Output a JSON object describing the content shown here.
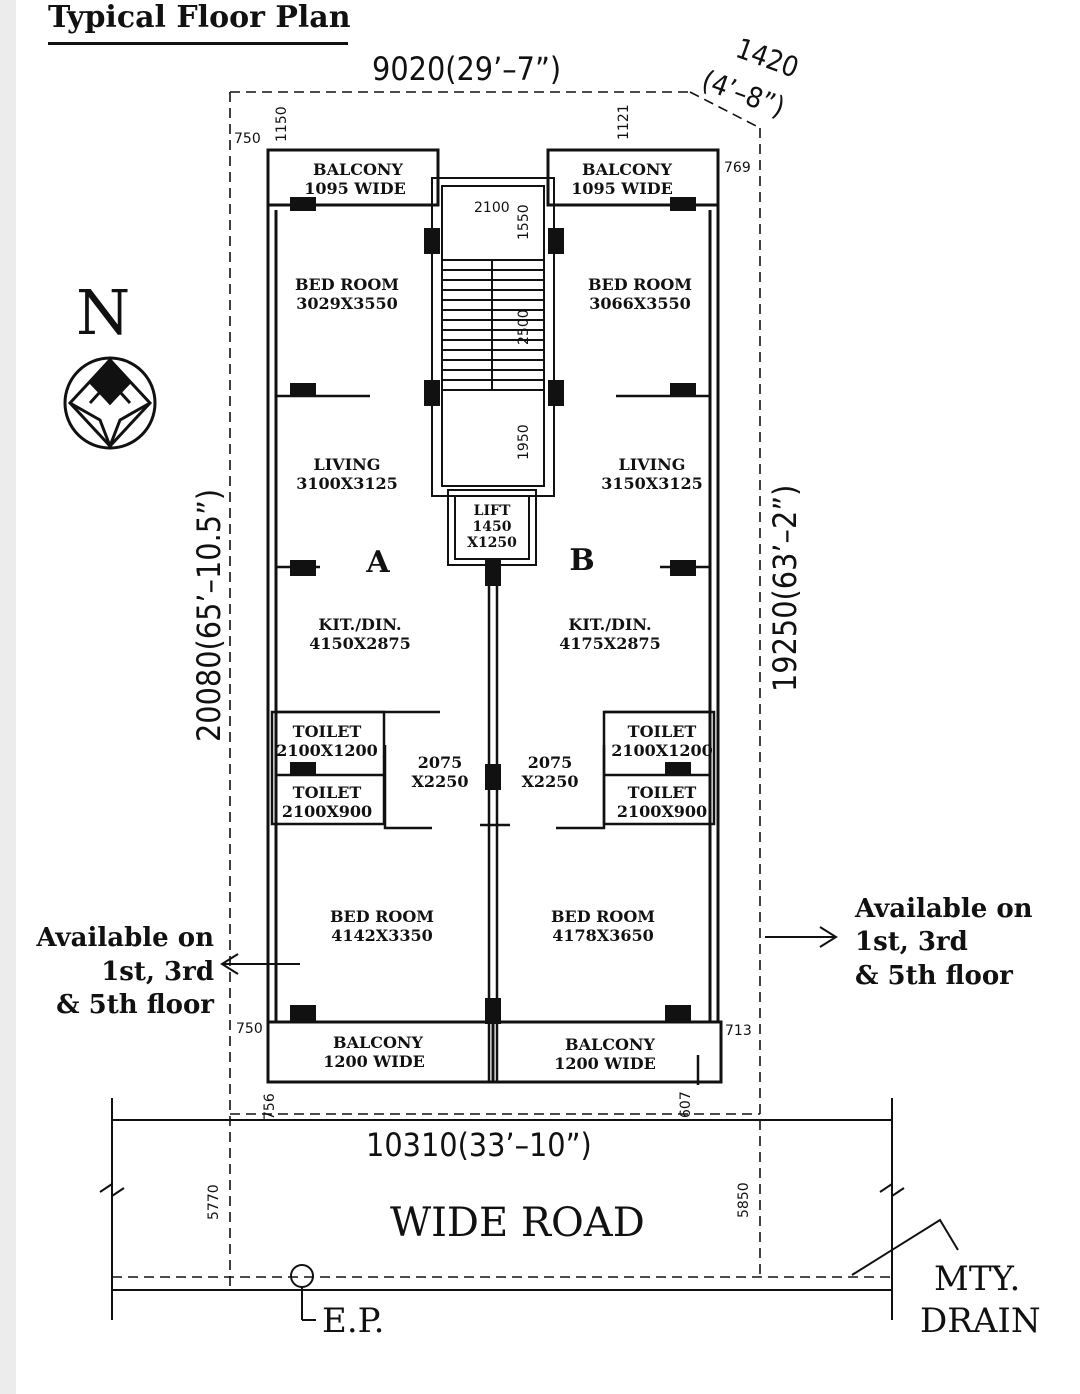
{
  "title": "Typical Floor Plan",
  "north_label": "N",
  "dimensions": {
    "top_width": "9020(29’–7”)",
    "top_right": "1420",
    "top_right_ft": "(4’–8”)",
    "left_height": "20080(65’–10.5”)",
    "right_height": "19250(63’–2”)",
    "bottom_width": "10310(33’–10”)",
    "d1150": "1150",
    "d750_top": "750",
    "d1121": "1121",
    "d769": "769",
    "d750_bottom": "750",
    "d713": "713",
    "d756": "756",
    "d607": "607",
    "d5770": "5770",
    "d5850": "5850",
    "stair_2100": "2100",
    "stair_1550": "1550",
    "stair_2500": "2500",
    "stair_1950": "1950"
  },
  "rooms": {
    "balcony_tl": [
      "BALCONY",
      "1095 WIDE"
    ],
    "balcony_tr": [
      "BALCONY",
      "1095 WIDE"
    ],
    "bed_tl": [
      "BED ROOM",
      "3029X3550"
    ],
    "bed_tr": [
      "BED ROOM",
      "3066X3550"
    ],
    "living_l": [
      "LIVING",
      "3100X3125"
    ],
    "living_r": [
      "LIVING",
      "3150X3125"
    ],
    "lift": [
      "LIFT",
      "1450",
      "X1250"
    ],
    "kit_l": [
      "KIT./DIN.",
      "4150X2875"
    ],
    "kit_r": [
      "KIT./DIN.",
      "4175X2875"
    ],
    "toilet_l1": [
      "TOILET",
      "2100X1200"
    ],
    "toilet_r1": [
      "TOILET",
      "2100X1200"
    ],
    "toilet_l2": [
      "TOILET",
      "2100X900"
    ],
    "toilet_r2": [
      "TOILET",
      "2100X900"
    ],
    "pass_l": [
      "2075",
      "X2250"
    ],
    "pass_r": [
      "2075",
      "X2250"
    ],
    "bed_bl": [
      "BED ROOM",
      "4142X3350"
    ],
    "bed_br": [
      "BED ROOM",
      "4178X3650"
    ],
    "balcony_bl": [
      "BALCONY",
      "1200 WIDE"
    ],
    "balcony_br": [
      "BALCONY",
      "1200 WIDE"
    ]
  },
  "units": {
    "a": "A",
    "b": "B"
  },
  "notes": {
    "left": [
      "Available on",
      "1st, 3rd",
      "& 5th floor"
    ],
    "right": [
      "Available on",
      "1st, 3rd",
      "& 5th floor"
    ]
  },
  "road_label": "WIDE  ROAD",
  "ep_label": "E.P.",
  "drain_label": [
    "MTY.",
    "DRAIN"
  ]
}
